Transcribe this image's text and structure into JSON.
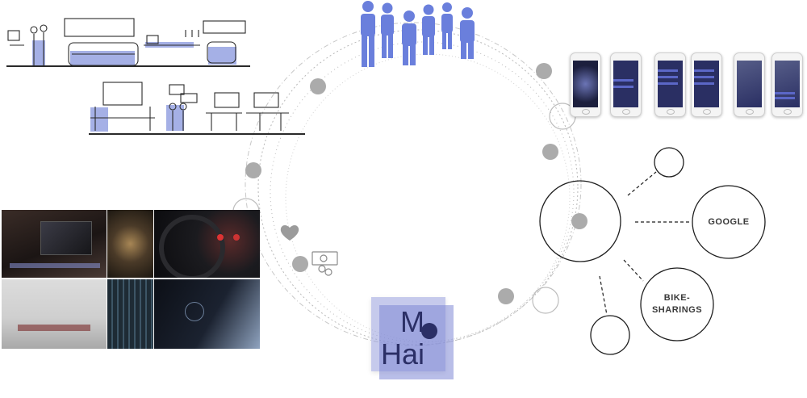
{
  "diagram": {
    "nodes": [
      {
        "id": "google",
        "label": "GOOGLE"
      },
      {
        "id": "bike",
        "label": "BIKE-\nSHARINGS"
      }
    ],
    "logo": {
      "line1": "M",
      "line2": "Hai"
    },
    "colors": {
      "accent": "#5a6fd6",
      "logo_fill": "#8f97d9",
      "node_dot": "#a8a8a8",
      "dark_text": "#2b2f66"
    },
    "icons": [
      "people-group-icon",
      "heart-icon",
      "money-icon",
      "phone-screens",
      "office-sketch",
      "photo-collage"
    ]
  }
}
